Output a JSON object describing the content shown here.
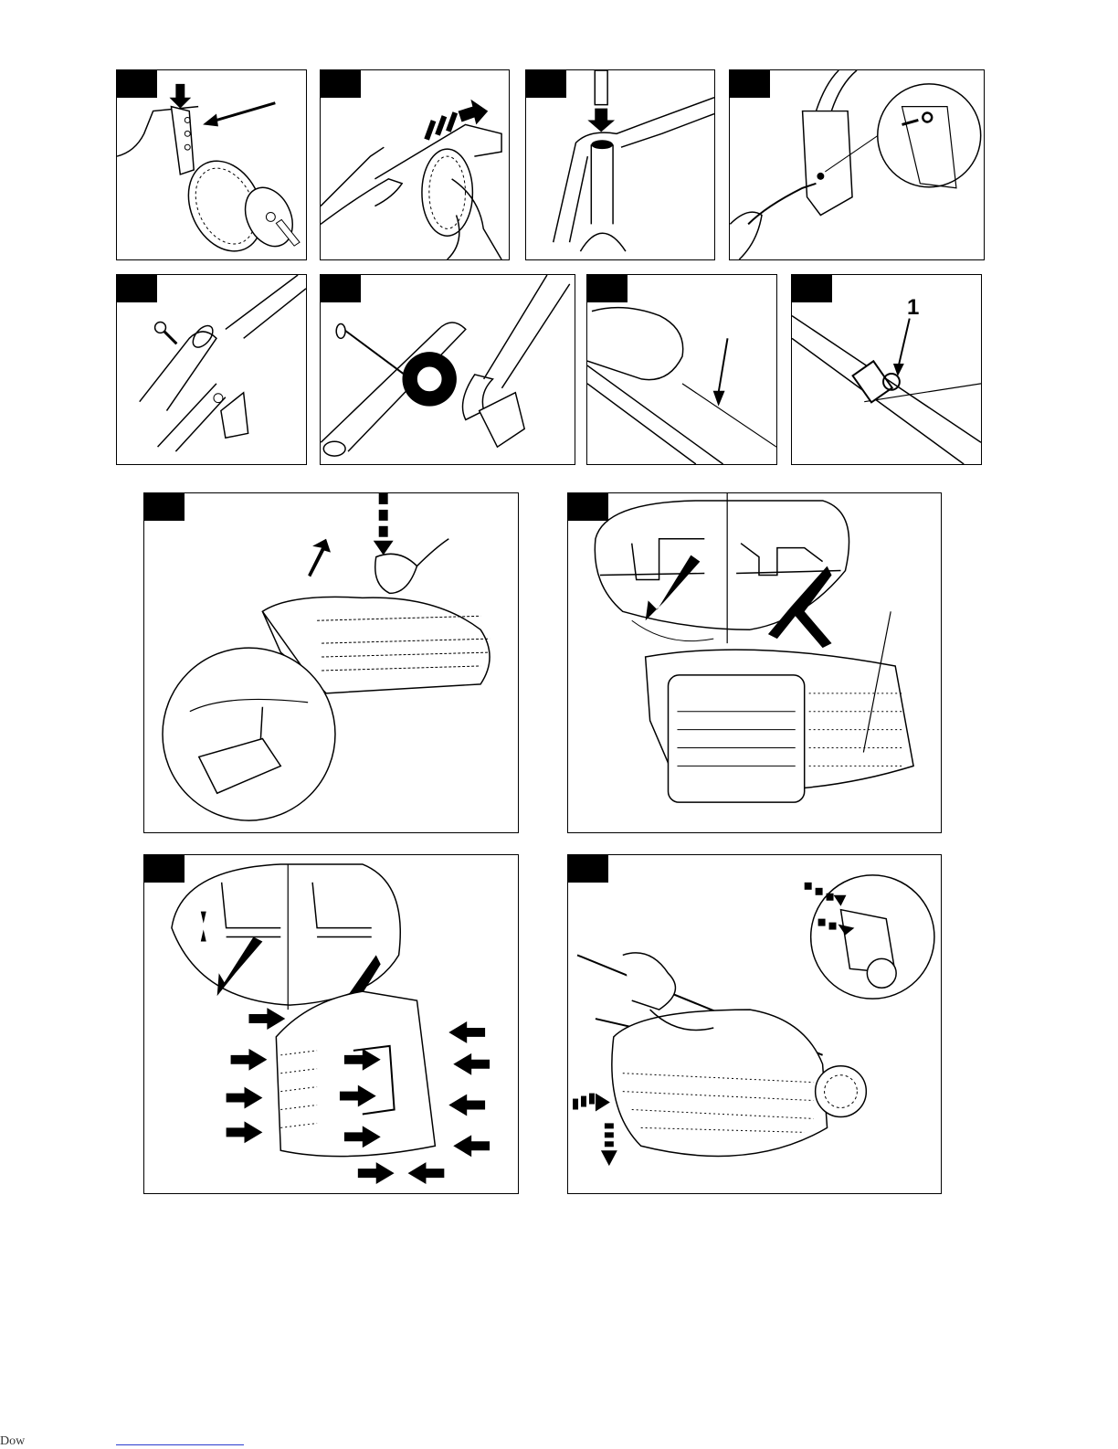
{
  "figures": [
    {
      "id": "fig-wheel-mount"
    },
    {
      "id": "fig-wheel-push"
    },
    {
      "id": "fig-handle-insert"
    },
    {
      "id": "fig-handle-screw"
    },
    {
      "id": "fig-bolt-tube"
    },
    {
      "id": "fig-handle-knob"
    },
    {
      "id": "fig-cable-press"
    },
    {
      "id": "fig-cable-clip",
      "callout": "1"
    },
    {
      "id": "fig-catcher-lid"
    },
    {
      "id": "fig-catcher-fit"
    },
    {
      "id": "fig-catcher-assemble"
    },
    {
      "id": "fig-catcher-attach"
    }
  ],
  "footer": {
    "text": "Dow"
  },
  "colors": {
    "ink": "#000000",
    "paper": "#ffffff",
    "link": "#2a3ccf"
  }
}
